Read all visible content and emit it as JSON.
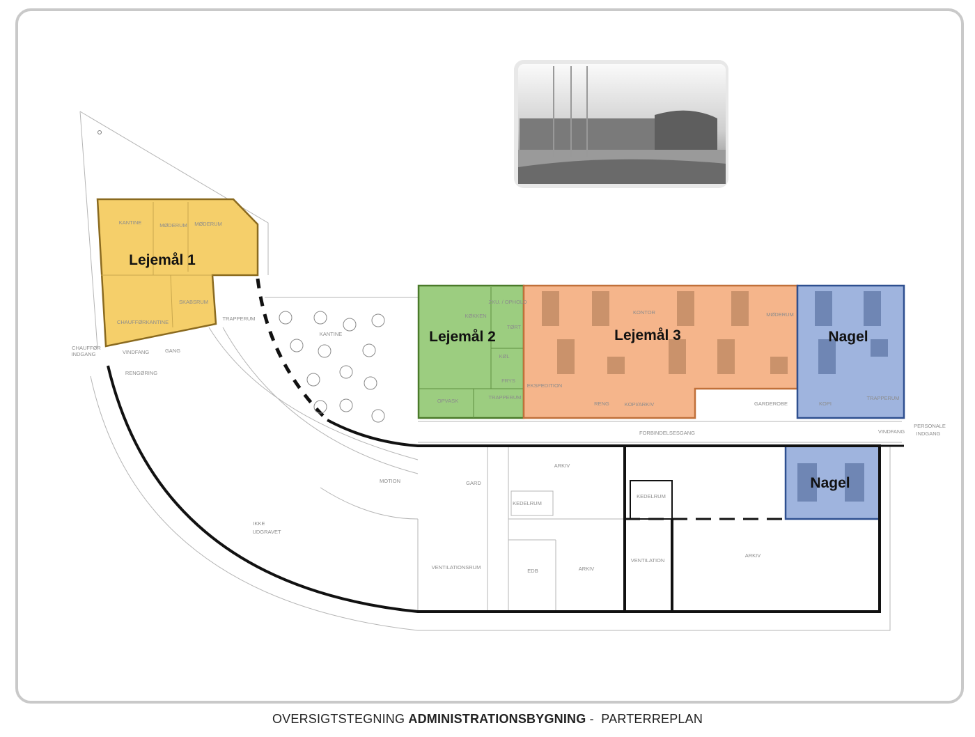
{
  "caption": {
    "prefix": "OVERSIGTSTEGNING",
    "bold": "ADMINISTRATIONSBYGNING",
    "suffix": " -  PARTERREPLAN"
  },
  "tenants": [
    {
      "label": "Lejemål 1",
      "color": "#f5cf6a"
    },
    {
      "label": "Lejemål 2",
      "color": "#9ccd80"
    },
    {
      "label": "Lejemål 3",
      "color": "#f5b58b"
    },
    {
      "label": "Nagel",
      "color": "#9fb4de"
    },
    {
      "label": "Nagel",
      "color": "#9fb4de"
    }
  ],
  "rooms": [
    "KANTINE",
    "MØDERUM",
    "MØDERUM",
    "SKABSRUM",
    "CHAUFFØRKANTINE",
    "TRAPPERUM",
    "CHAUFFØR",
    "INDGANG",
    "VINDFANG",
    "GANG",
    "RENGØRING",
    "KANTINE",
    "KØKKEN",
    "ZKU. / OPHOLD",
    "TØRT",
    "KØL",
    "FRYS",
    "OPVASK",
    "TRAPPERUM",
    "KONTOR",
    "MØDERUM",
    "EKSPEDITION",
    "RENG",
    "KOPI/ARKIV",
    "GARDEROBE",
    "KOPI",
    "TRAPPERUM",
    "FORBINDELSESGANG",
    "VINDFANG",
    "PERSONALE",
    "INDGANG",
    "MOTION",
    "GARD",
    "KEDELRUM",
    "ARKIV",
    "IKKE",
    "UDGRAVET",
    "VENTILATIONSRUM",
    "EDB",
    "ARKIV",
    "KEDELRUM",
    "VENTILATION",
    "ARKIV"
  ]
}
